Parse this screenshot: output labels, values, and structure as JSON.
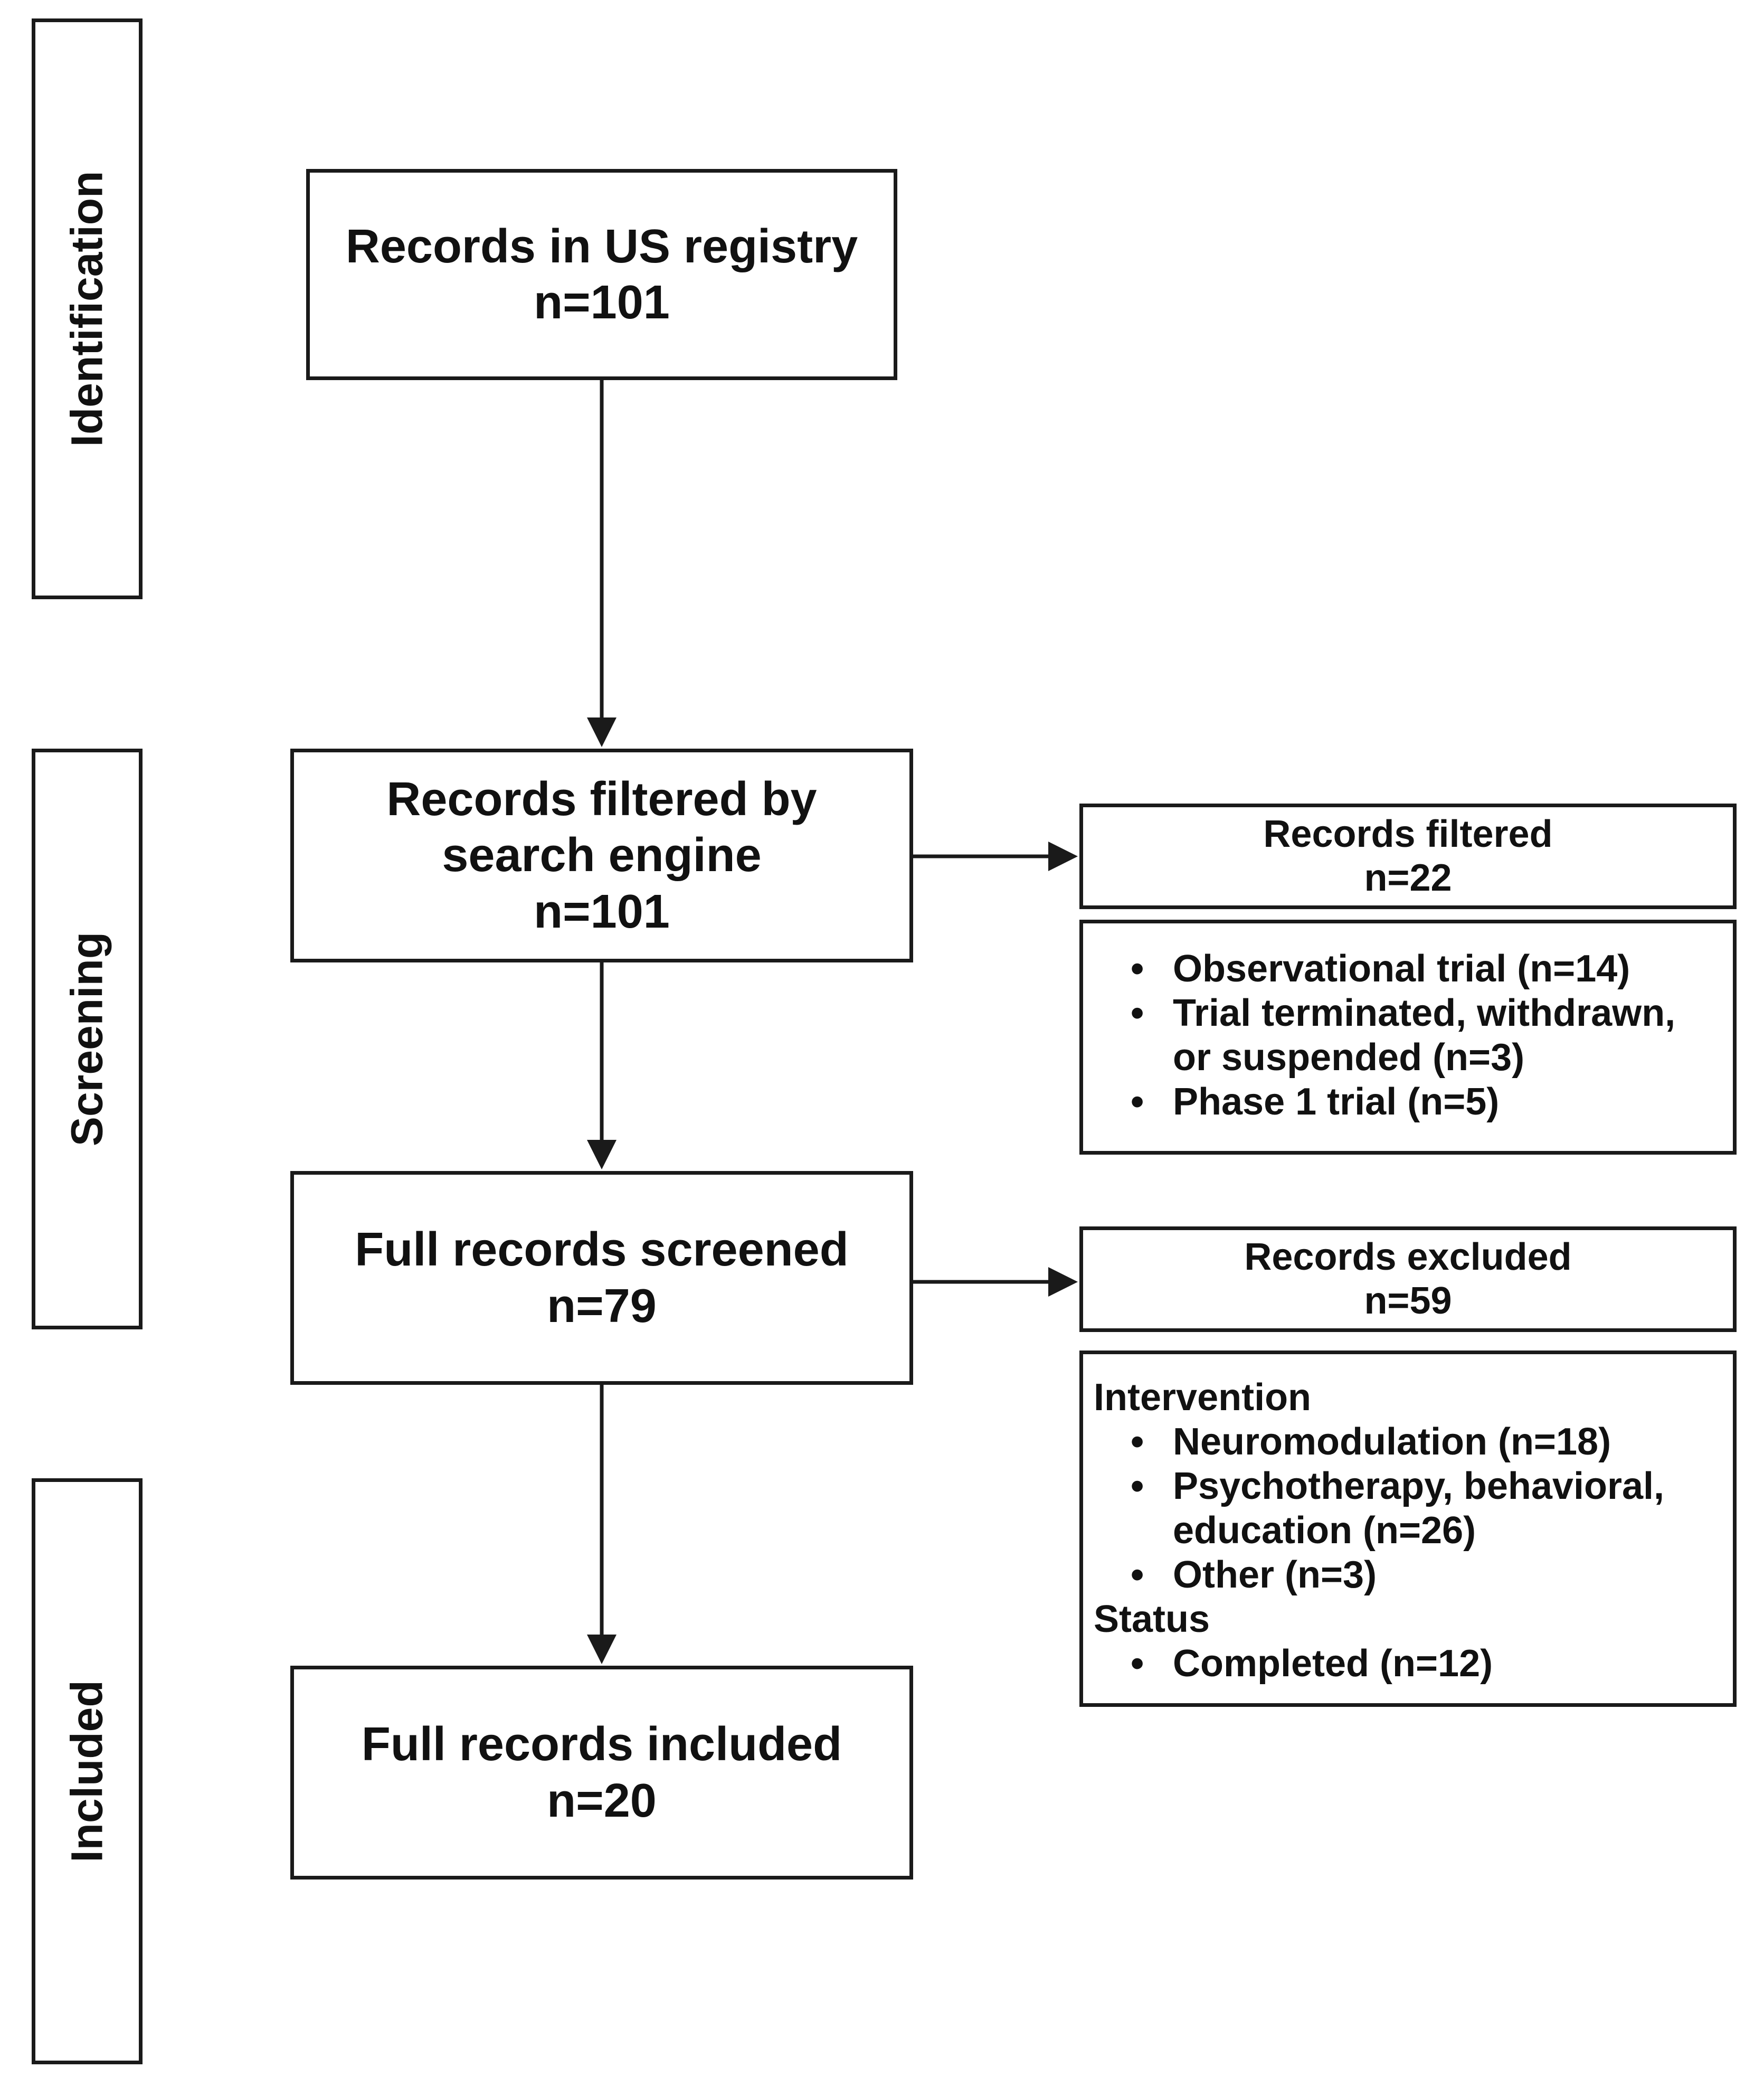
{
  "stages": {
    "identification": "Identification",
    "screening": "Screening",
    "included": "Included"
  },
  "boxes": {
    "registry": {
      "line1": "Records in US registry",
      "line2": "n=101"
    },
    "filtered_by_engine": {
      "line1": "Records filtered by",
      "line2": "search engine",
      "line3": "n=101"
    },
    "screened": {
      "line1": "Full records screened",
      "line2": "n=79"
    },
    "included": {
      "line1": "Full records included",
      "line2": "n=20"
    }
  },
  "side": {
    "filtered": {
      "title": "Records filtered",
      "count": "n=22",
      "items": [
        {
          "text": "Observational trial (n=14)"
        },
        {
          "text": "Trial terminated, withdrawn,",
          "text2": "or suspended (n=3)"
        },
        {
          "text": "Phase 1 trial (n=5)"
        }
      ]
    },
    "excluded": {
      "title": "Records excluded",
      "count": "n=59",
      "group1": "Intervention",
      "group1_items": [
        {
          "text": "Neuromodulation (n=18)"
        },
        {
          "text": "Psychotherapy, behavioral,",
          "text2": "education (n=26)"
        },
        {
          "text": "Other (n=3)"
        }
      ],
      "group2": "Status",
      "group2_items": [
        {
          "text": "Completed (n=12)"
        }
      ]
    }
  }
}
